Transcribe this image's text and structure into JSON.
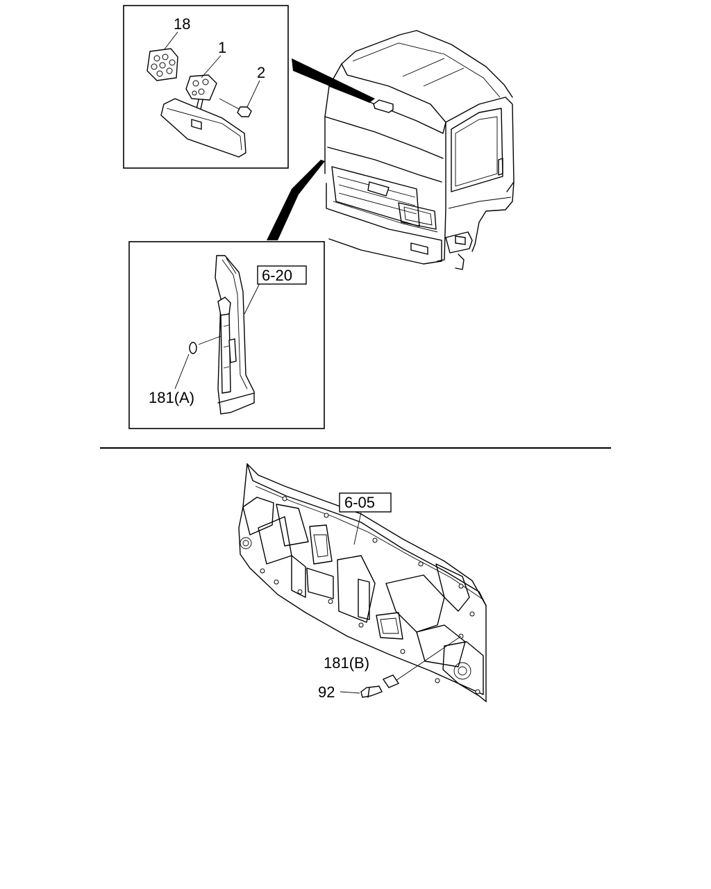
{
  "callouts": {
    "p18": "18",
    "p1": "1",
    "p2": "2",
    "p181a": "181(A)",
    "p181b": "181(B)",
    "p92": "92"
  },
  "references": {
    "ref_6_20": "6-20",
    "ref_6_05": "6-05"
  }
}
